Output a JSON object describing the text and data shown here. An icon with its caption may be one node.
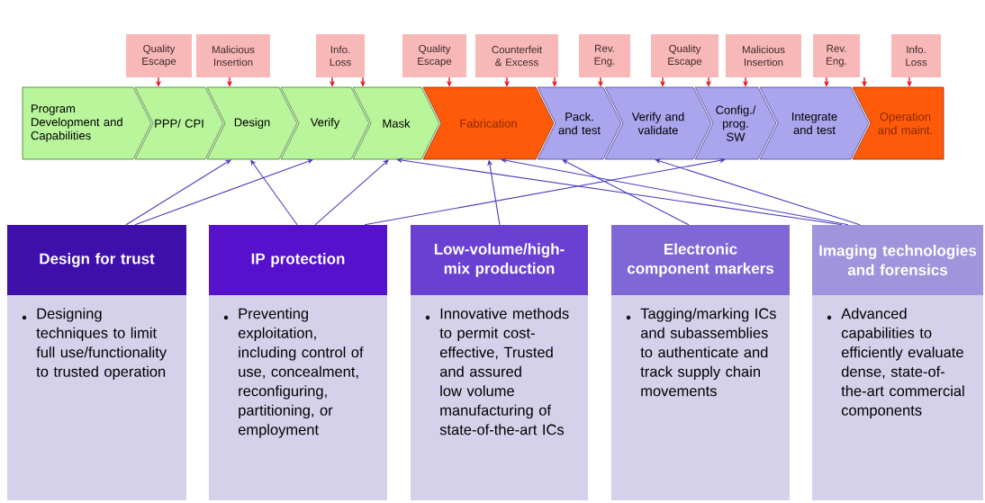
{
  "diagram": {
    "nodes": [
      {
        "text": [
          "Program Development and Capabilities"
        ]
      },
      {
        "text": [
          "PPP/ CPI"
        ]
      },
      {
        "text": [
          "Design"
        ]
      },
      {
        "text": [
          "Verify"
        ]
      },
      {
        "text": [
          "Mask"
        ]
      },
      {
        "text": [
          "Fabrication"
        ]
      },
      {
        "text": [
          "Pack. and test"
        ]
      },
      {
        "text": [
          "Verify and validate"
        ]
      },
      {
        "text": [
          "Config./ prog. SW"
        ]
      },
      {
        "text": [
          "Integrate and test"
        ]
      },
      {
        "text": [
          "Operation and maint."
        ]
      },
      {
        "text": [
          "Quality Escape"
        ]
      },
      {
        "text": [
          "Malicious Insertion"
        ]
      },
      {
        "text": [
          "Info. Loss"
        ]
      },
      {
        "text": [
          "Quality Escape"
        ]
      },
      {
        "text": [
          "Counterfeit & Excess"
        ]
      },
      {
        "text": [
          "Rev. Eng."
        ]
      },
      {
        "text": [
          "Quality Escape"
        ]
      },
      {
        "text": [
          "Malicious Insertion"
        ]
      },
      {
        "text": [
          "Rev. Eng."
        ]
      },
      {
        "text": [
          "Info. Loss"
        ]
      },
      {
        "text": [
          "Design for trust",
          "Designing techniques to limit full use/functionality to trusted operation"
        ]
      },
      {
        "text": [
          "IP protection",
          "Preventing exploitation, including control of use, concealment, reconfiguring, partitioning, or employment"
        ]
      },
      {
        "text": [
          "Low-volume/high-mix production",
          "Innovative methods to permit cost-effective, Trusted and assured low volume manufacturing of state-of-the-art ICs"
        ]
      },
      {
        "text": [
          "Electronic component markers",
          "Tagging/marking ICs and subassemblies to authenticate and track supply chain movements"
        ]
      },
      {
        "text": [
          "Imaging technologies and forensics",
          "Advanced capabilities to efficiently evaluate dense, state-of-the-art commercial components"
        ]
      }
    ],
    "edges": [
      {
        "from": 11,
        "to": 1,
        "arrow": "to"
      },
      {
        "from": 12,
        "to": 2,
        "arrow": "to"
      },
      {
        "from": 13,
        "to": 3,
        "arrow": "to"
      },
      {
        "from": 13,
        "to": 4,
        "arrow": "to"
      },
      {
        "from": 14,
        "to": 5,
        "arrow": "to"
      },
      {
        "from": 15,
        "to": 5,
        "arrow": "to"
      },
      {
        "from": 15,
        "to": 6,
        "arrow": "to"
      },
      {
        "from": 16,
        "to": 6,
        "arrow": "to"
      },
      {
        "from": 17,
        "to": 7,
        "arrow": "to"
      },
      {
        "from": 17,
        "to": 8,
        "arrow": "to"
      },
      {
        "from": 18,
        "to": 8,
        "arrow": "to"
      },
      {
        "from": 19,
        "to": 9,
        "arrow": "to"
      },
      {
        "from": 19,
        "to": 10,
        "arrow": "to"
      },
      {
        "from": 20,
        "to": 10,
        "arrow": "to"
      },
      {
        "from": 21,
        "to": 2,
        "arrow": "to",
        "color": "#4b3fbf"
      },
      {
        "from": 21,
        "to": 3,
        "arrow": "to",
        "color": "#4b3fbf"
      },
      {
        "from": 22,
        "to": 2,
        "arrow": "to",
        "color": "#4b3fbf"
      },
      {
        "from": 22,
        "to": 4,
        "arrow": "to",
        "color": "#4b3fbf"
      },
      {
        "from": 22,
        "to": 8,
        "arrow": "to",
        "color": "#4b3fbf"
      },
      {
        "from": 23,
        "to": 5,
        "arrow": "to",
        "color": "#4b3fbf"
      },
      {
        "from": 24,
        "to": 6,
        "arrow": "to",
        "color": "#4b3fbf"
      },
      {
        "from": 25,
        "to": 4,
        "arrow": "to",
        "color": "#4b3fbf"
      },
      {
        "from": 25,
        "to": 5,
        "arrow": "to",
        "color": "#4b3fbf"
      },
      {
        "from": 25,
        "to": 7,
        "arrow": "to",
        "color": "#4b3fbf"
      }
    ]
  }
}
